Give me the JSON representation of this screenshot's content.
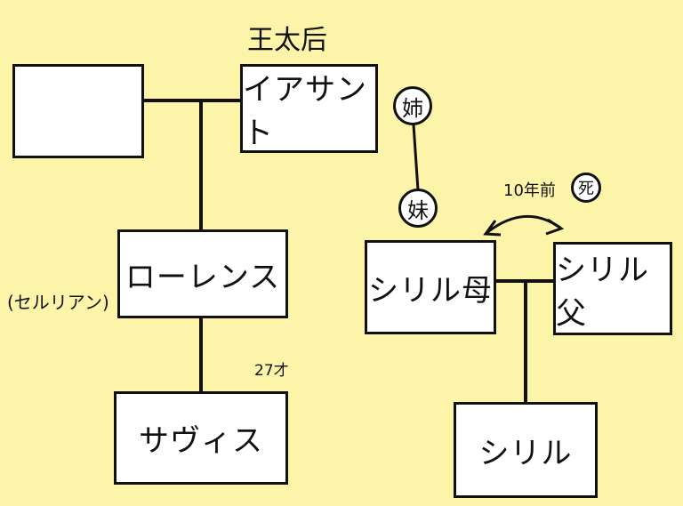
{
  "colors": {
    "background": "#fcf4a8",
    "line": "#111111",
    "box": "#ffffff"
  },
  "top_title": "王太后",
  "nodes": {
    "unknown": "",
    "iasanto": "イアサント",
    "lawrence": "ローレンス",
    "savis": "サヴィス",
    "cyril_mother": "シリル母",
    "cyril_father": "シリル父",
    "cyril": "シリル"
  },
  "badges": {
    "elder_sister": "姉",
    "younger_sister": "妹",
    "death": "死"
  },
  "notes": {
    "lawrence_alias": "(セルリアン)",
    "savis_age": "27才",
    "death_time": "10年前"
  }
}
